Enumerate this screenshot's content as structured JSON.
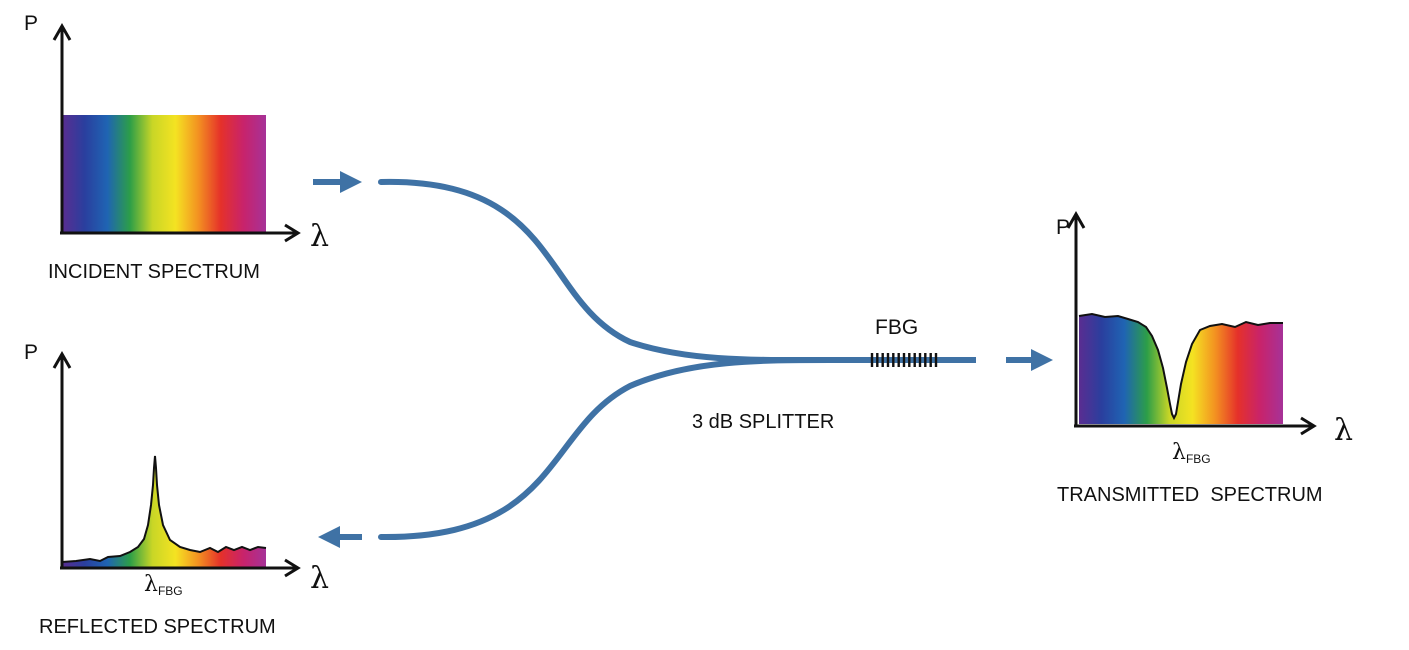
{
  "colors": {
    "fiber": "#3f72a5",
    "axis": "#111111",
    "fbg_grating": "#111111",
    "background": "#ffffff",
    "rainbow": [
      "#5a2d91",
      "#2a3f9e",
      "#1f64b3",
      "#2c9e48",
      "#c9d626",
      "#f4e322",
      "#f39221",
      "#e5312a",
      "#c8236b",
      "#a63298"
    ]
  },
  "incident": {
    "axis_y": "P",
    "axis_x": "λ",
    "caption": "INCIDENT SPECTRUM"
  },
  "reflected": {
    "axis_y": "P",
    "axis_x": "λ",
    "marker_symbol": "λ",
    "marker_sub": "FBG",
    "caption": "REFLECTED SPECTRUM"
  },
  "transmitted": {
    "axis_y": "P",
    "axis_x": "λ",
    "marker_symbol": "λ",
    "marker_sub": "FBG",
    "caption": "TRANSMITTED  SPECTRUM"
  },
  "fbg_label": "FBG",
  "splitter_label": "3 dB SPLITTER"
}
